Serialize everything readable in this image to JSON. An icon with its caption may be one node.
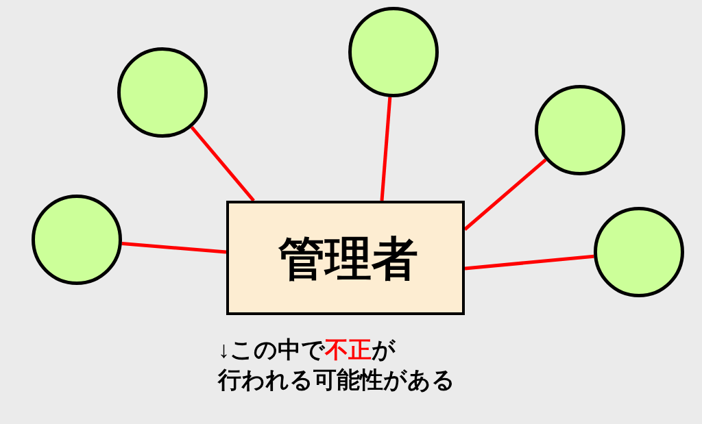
{
  "diagram": {
    "nodes": [
      {
        "text": [
          "管理者"
        ]
      },
      {
        "text": [],
        "shape": "circle"
      },
      {
        "text": [],
        "shape": "circle"
      },
      {
        "text": [],
        "shape": "circle"
      },
      {
        "text": [],
        "shape": "circle"
      },
      {
        "text": [],
        "shape": "circle"
      }
    ],
    "edges": [
      {
        "from": 0,
        "to": 1,
        "arrow": "none"
      },
      {
        "from": 0,
        "to": 2,
        "arrow": "none"
      },
      {
        "from": 0,
        "to": 3,
        "arrow": "none"
      },
      {
        "from": 0,
        "to": 4,
        "arrow": "none"
      },
      {
        "from": 0,
        "to": 5,
        "arrow": "none"
      }
    ],
    "labels": [
      "↓この中で",
      "不正",
      "が",
      "行われる可能性がある"
    ]
  }
}
